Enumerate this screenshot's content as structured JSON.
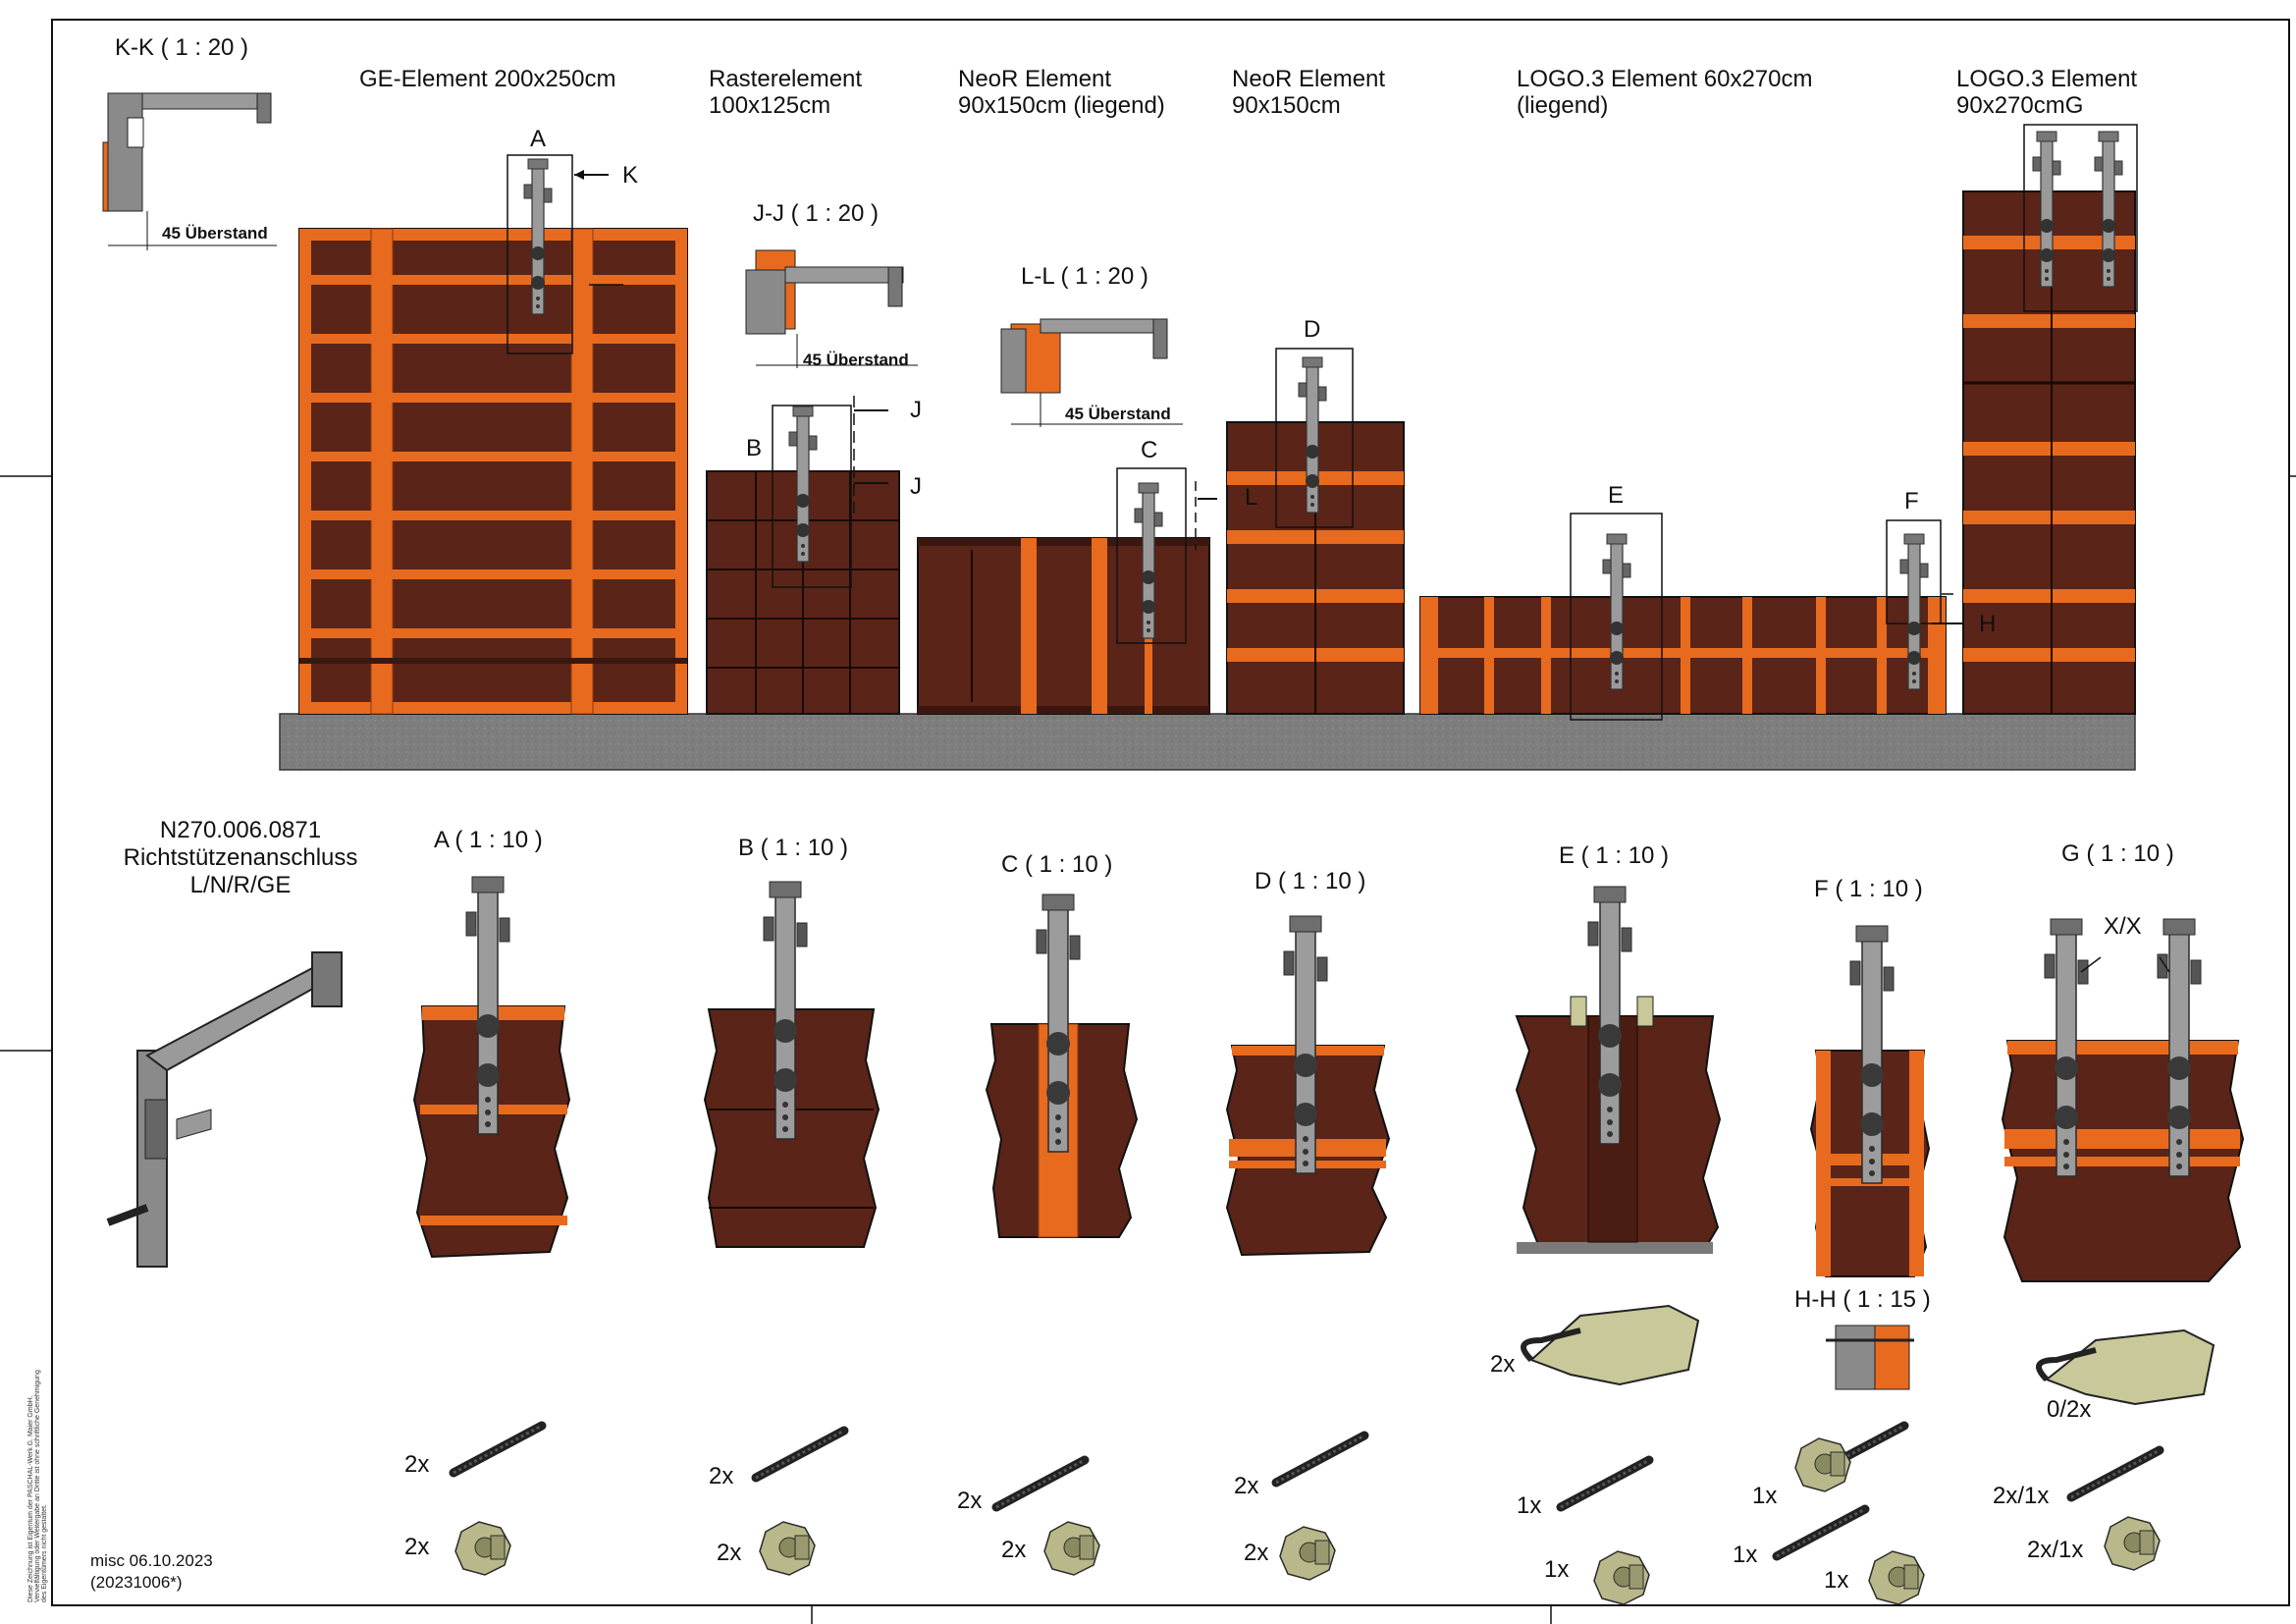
{
  "sections": {
    "kk": "K-K ( 1 : 20 )",
    "jj": "J-J ( 1 : 20 )",
    "ll": "L-L ( 1 : 20 )",
    "hh": "H-H ( 1 : 15 )"
  },
  "overhang": "45 Überstand",
  "elements": [
    {
      "l1": "GE-Element 200x250cm",
      "l2": ""
    },
    {
      "l1": "Rasterelement",
      "l2": "100x125cm"
    },
    {
      "l1": "NeoR Element",
      "l2": "90x150cm (liegend)"
    },
    {
      "l1": "NeoR Element",
      "l2": "90x150cm"
    },
    {
      "l1": "LOGO.3 Element 60x270cm",
      "l2": "(liegend)"
    },
    {
      "l1": "LOGO.3 Element",
      "l2": "90x270cmG"
    }
  ],
  "markers": {
    "A": "A",
    "B": "B",
    "C": "C",
    "D": "D",
    "E": "E",
    "F": "F",
    "K": "K",
    "J": "J",
    "L": "L",
    "H": "H"
  },
  "part": {
    "number": "N270.006.0871",
    "name": "Richtstützenanschluss",
    "variant": "L/N/R/GE"
  },
  "details": [
    "A ( 1 : 10 )",
    "B ( 1 : 10 )",
    "C ( 1 : 10 )",
    "D ( 1 : 10 )",
    "E ( 1 : 10 )",
    "F ( 1 : 10 )",
    "G ( 1 : 10 )"
  ],
  "xx": "X/X",
  "quantities": {
    "a1": "2x",
    "a2": "2x",
    "b1": "2x",
    "b2": "2x",
    "c1": "2x",
    "c2": "2x",
    "d1": "2x",
    "d2": "2x",
    "e0": "2x",
    "e1": "1x",
    "e2": "1x",
    "f1": "1x",
    "f2": "1x",
    "f3": "1x",
    "g0": "0/2x",
    "g1": "2x/1x",
    "g2": "2x/1x"
  },
  "footer": {
    "date": "misc 06.10.2023",
    "code": "(20231006*)"
  },
  "copyright": "Diese Zeichnung ist Eigentum der PASCHAL-Werk G. Maier GmbH. Vervielfältigung oder Weitergabe an Dritte ist ohne schriftliche Genehmigung des Eigentümers nicht gestattet.",
  "colors": {
    "panel": "#5a2418",
    "frame": "#e86a1e",
    "steel": "#8a8a8a",
    "ground": "#7a7a7a",
    "clamp": "#c8c89a"
  }
}
